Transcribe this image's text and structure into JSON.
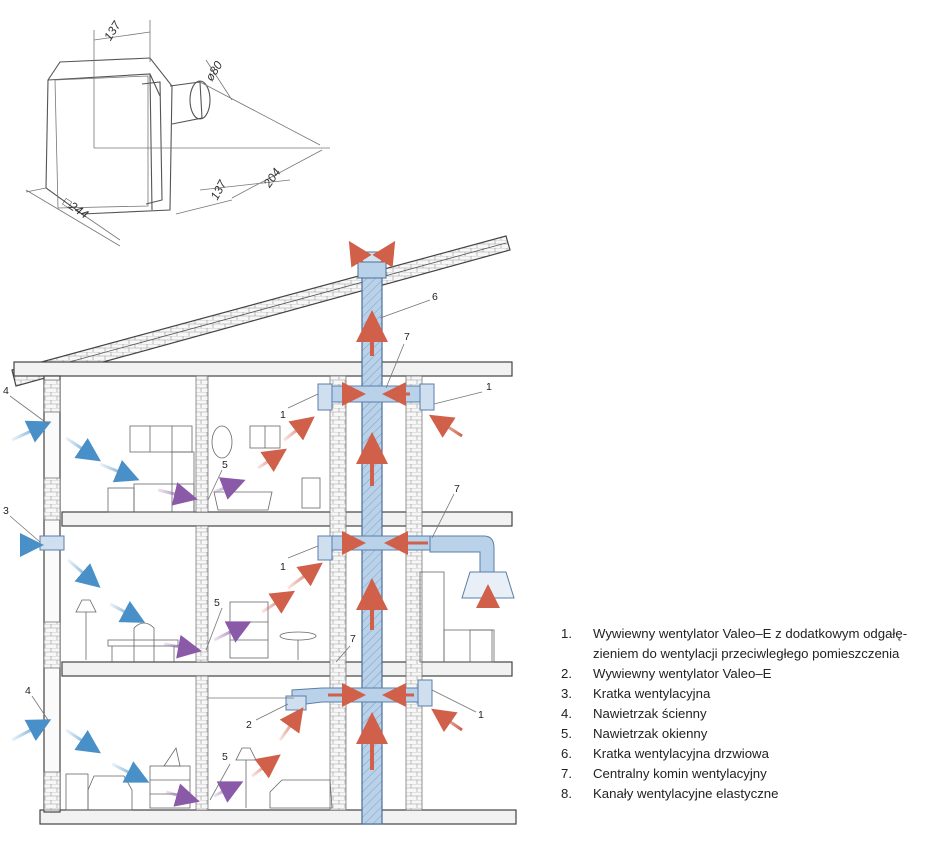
{
  "product_dims": {
    "depth_top": "137",
    "diameter": "ø80",
    "depth_bottom": "137",
    "length": "204",
    "size": "□244"
  },
  "callouts": {
    "c1a": "1",
    "c1b": "1",
    "c1c": "1",
    "c1d": "1",
    "c2": "2",
    "c3": "3",
    "c4a": "4",
    "c4b": "4",
    "c5a": "5",
    "c5b": "5",
    "c5c": "5",
    "c6": "6",
    "c7a": "7",
    "c7b": "7",
    "c7c": "7"
  },
  "legend": [
    {
      "num": "1.",
      "text": "Wywiewny wentylator Valeo–E z dodatkowym odgałę-",
      "text2": "zieniem do wentylacji przeciwległego pomieszczenia"
    },
    {
      "num": "2.",
      "text": "Wywiewny wentylator Valeo–E"
    },
    {
      "num": "3.",
      "text": "Kratka wentylacyjna"
    },
    {
      "num": "4.",
      "text": "Nawietrzak ścienny"
    },
    {
      "num": "5.",
      "text": "Nawietrzak okienny"
    },
    {
      "num": "6.",
      "text": "Kratka wentylacyjna drzwiowa"
    },
    {
      "num": "7.",
      "text": "Centralny komin wentylacyjny"
    },
    {
      "num": "8.",
      "text": "Kanały wentylacyjne elastyczne"
    }
  ],
  "colors": {
    "supply_air": "#4a90c8",
    "exhaust_air": "#d0604a",
    "window_air": "#8a5aa8",
    "duct": "#b9d2ea"
  }
}
